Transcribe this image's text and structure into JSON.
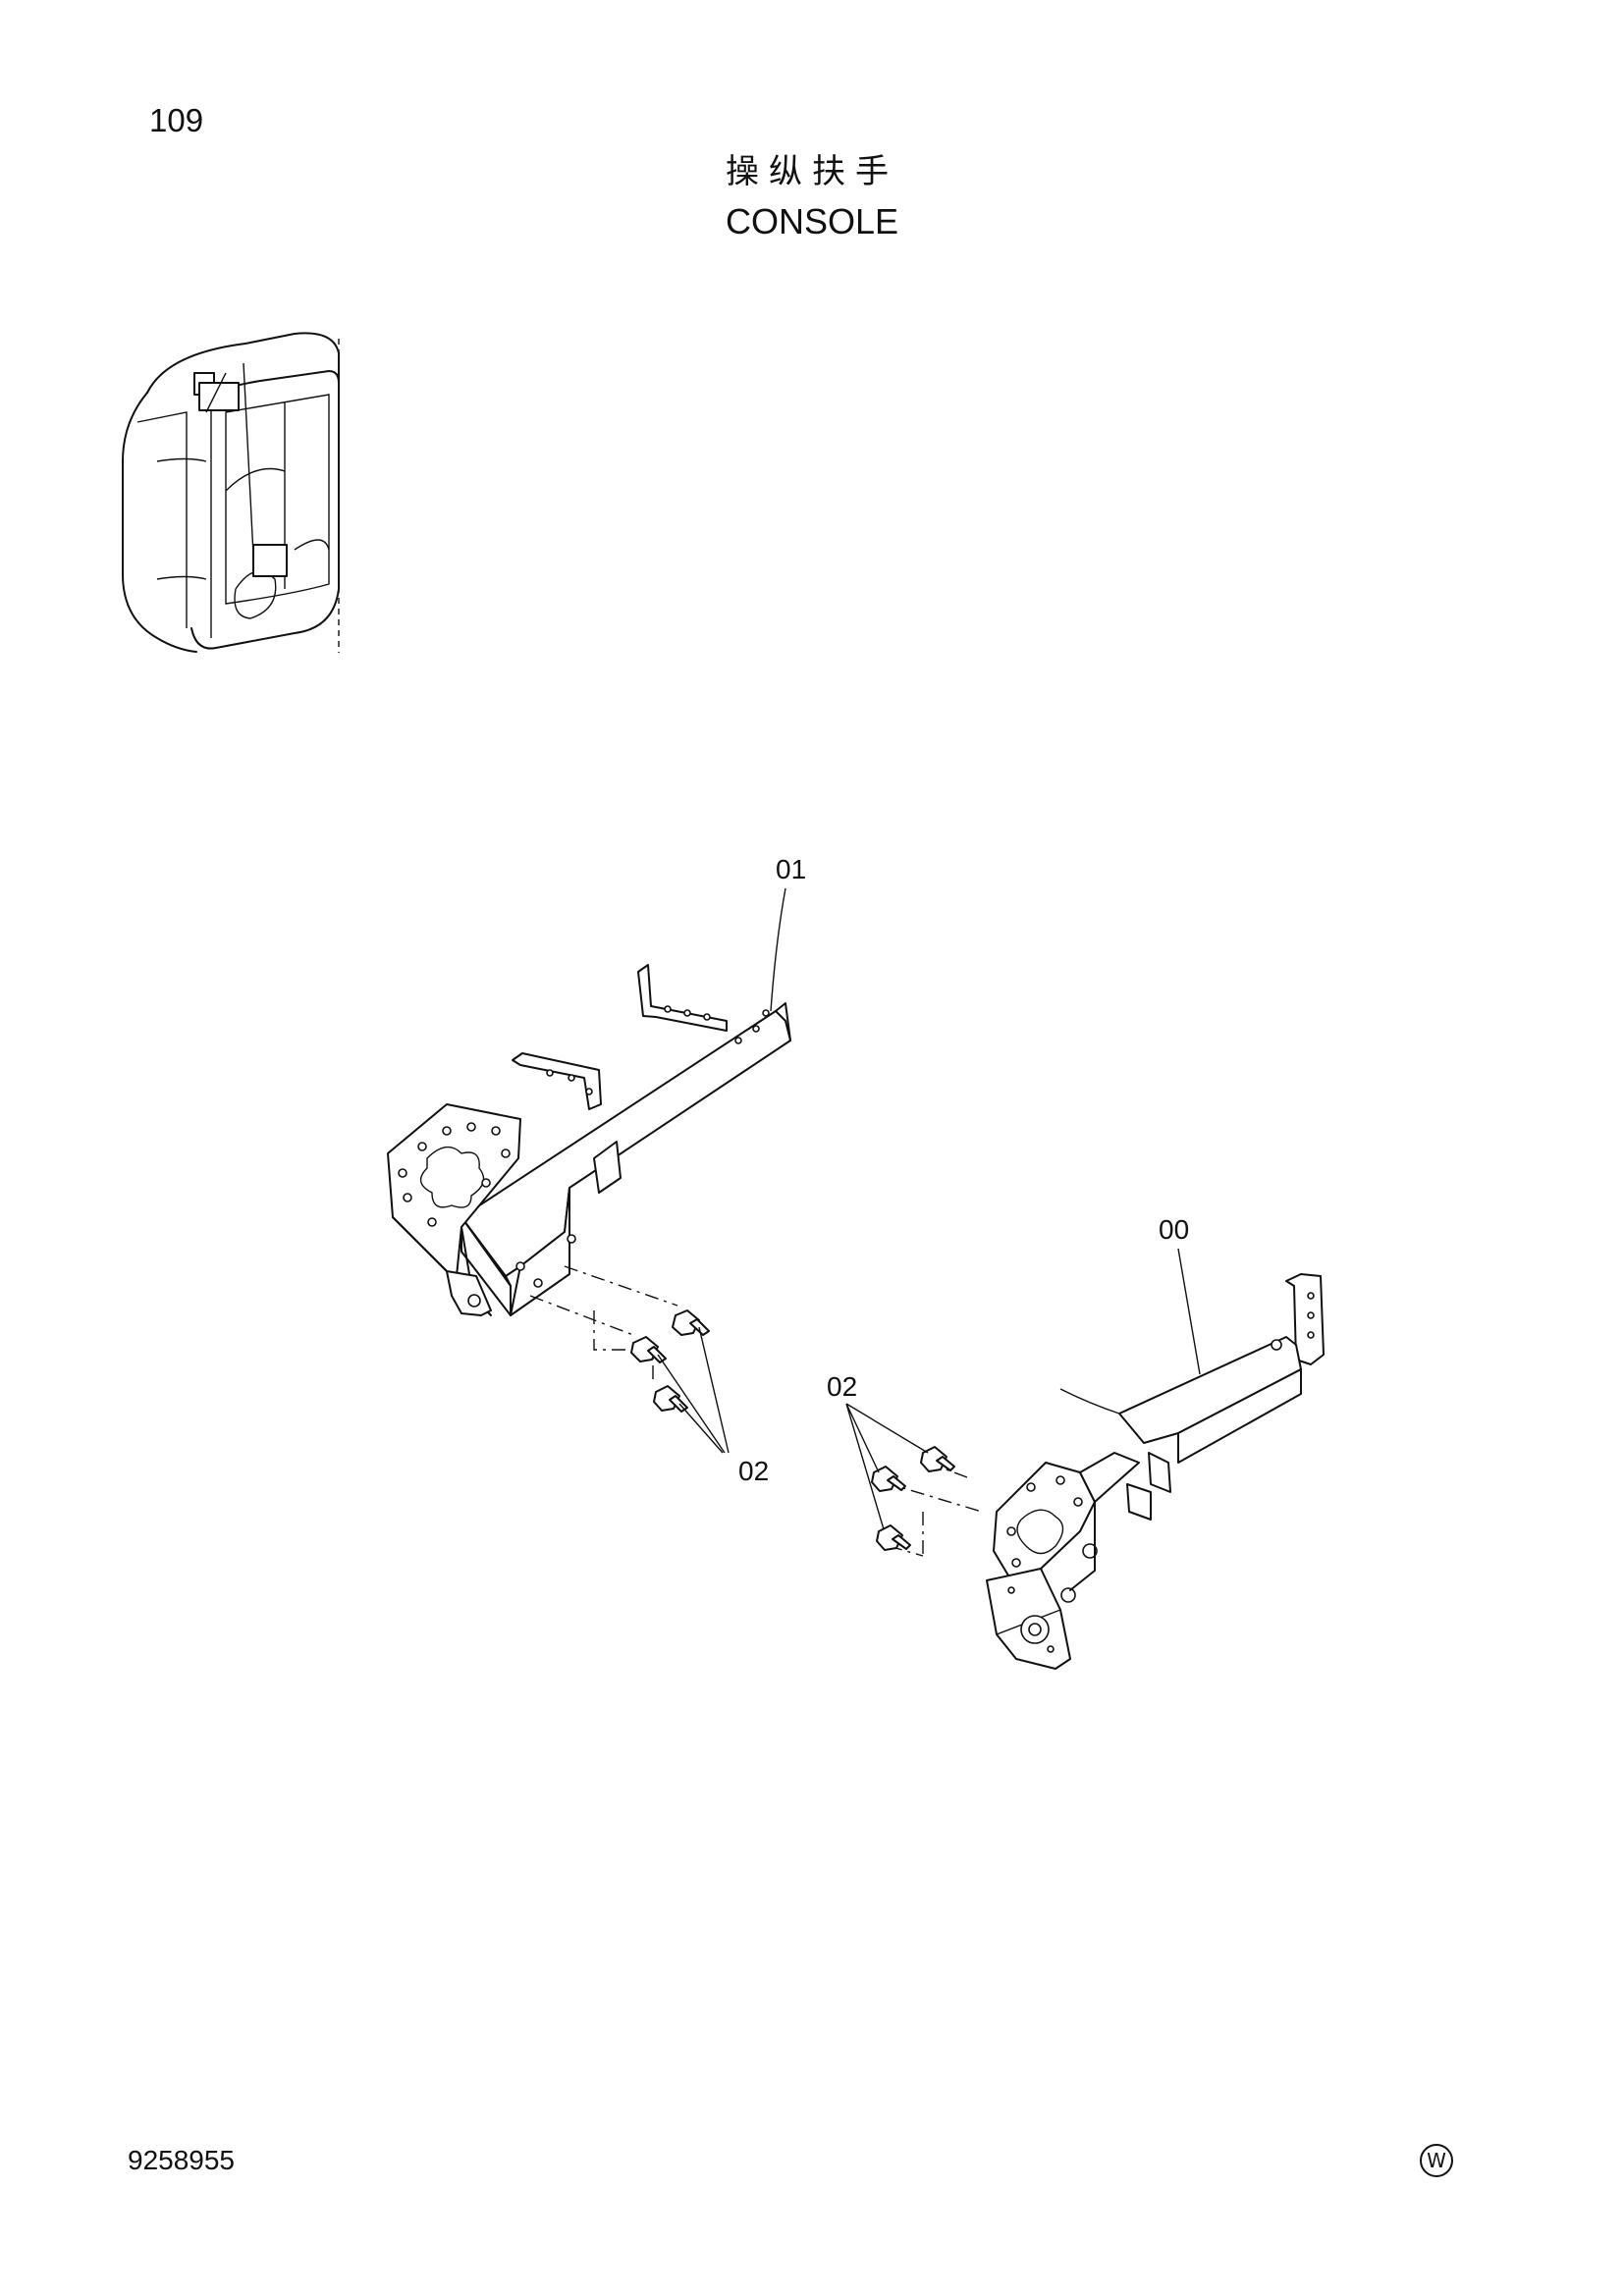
{
  "header": {
    "page_number": "109",
    "title_cn": "操纵扶手",
    "title_en": "CONSOLE"
  },
  "diagram": {
    "callouts": {
      "part_01": "01",
      "part_00": "00",
      "bolt_left": "02",
      "bolt_right": "02"
    }
  },
  "footer": {
    "doc_number": "9258955",
    "mark": "W"
  }
}
